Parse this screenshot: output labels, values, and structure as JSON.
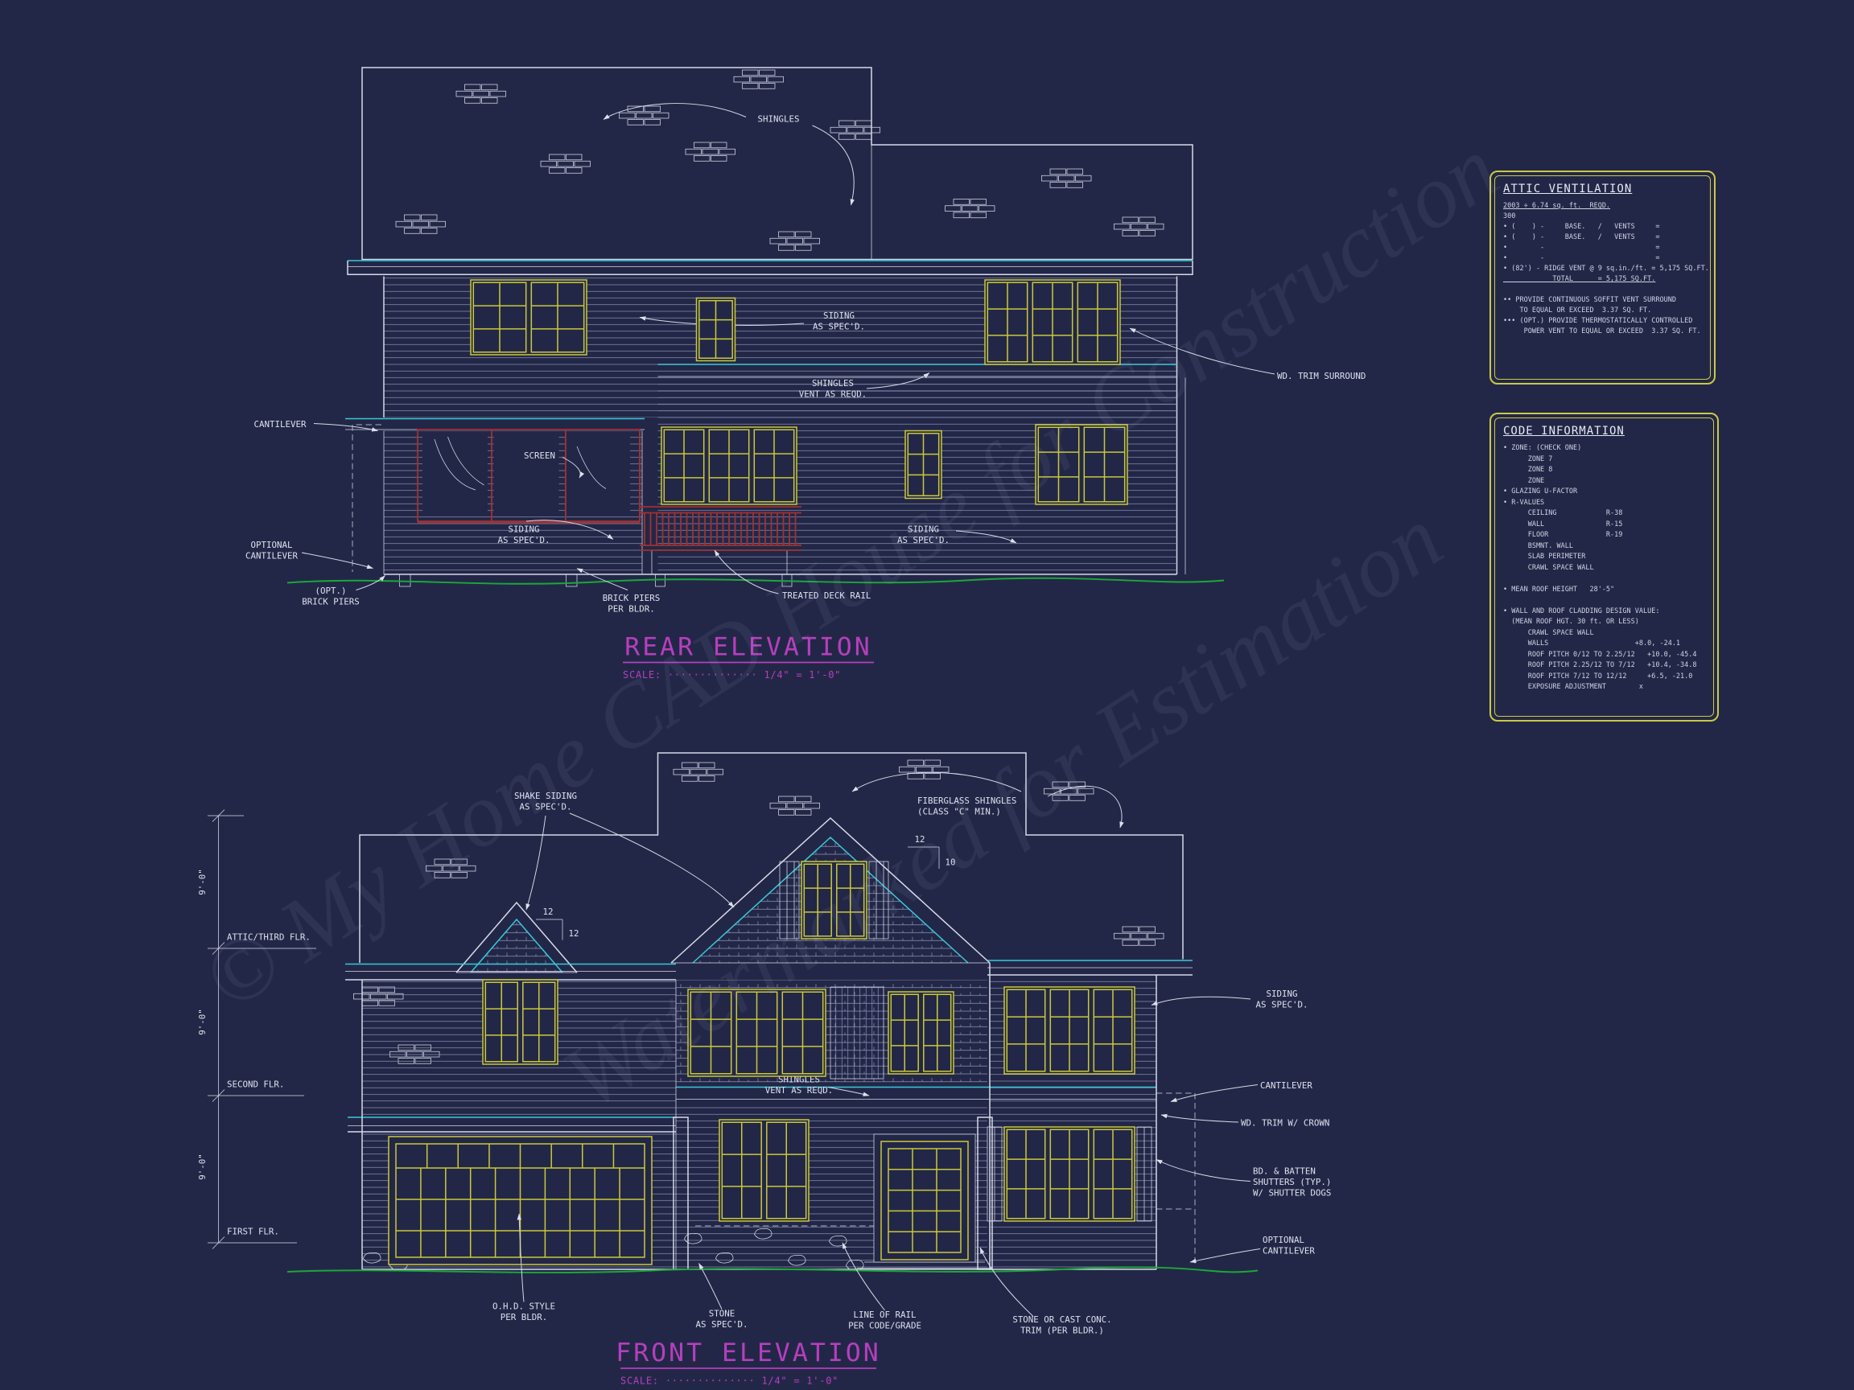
{
  "colors": {
    "background": "#232747",
    "line": "#d6dae8",
    "cyan": "#38c8d8",
    "window_yellow": "#c9c93a",
    "screen_red": "#a03232",
    "ground_green": "#1aa838",
    "title_magenta": "#b53fbe",
    "panel_border": "#c9c945"
  },
  "watermark": {
    "line1": "© My Home CAD House for Construction",
    "line2": "Watermarked for Estimation"
  },
  "rear": {
    "title": "REAR ELEVATION",
    "scale": "SCALE: ·············· 1/4\" = 1'-0\"",
    "labels": {
      "shingles": "SHINGLES",
      "siding_upper": [
        "SIDING",
        "AS SPEC'D."
      ],
      "shingles_vent": [
        "SHINGLES",
        "VENT AS REQD."
      ],
      "wd_trim": "WD. TRIM SURROUND",
      "cantilever": "CANTILEVER",
      "screen": "SCREEN",
      "siding_left": [
        "SIDING",
        "AS SPEC'D."
      ],
      "siding_right": [
        "SIDING",
        "AS SPEC'D."
      ],
      "optional_cantilever": [
        "OPTIONAL",
        "CANTILEVER"
      ],
      "opt_brick_piers": [
        "(OPT.)",
        "BRICK PIERS"
      ],
      "brick_piers": [
        "BRICK PIERS",
        "PER BLDR."
      ],
      "deck_rail": "TREATED DECK RAIL"
    }
  },
  "front": {
    "title": "FRONT ELEVATION",
    "scale": "SCALE: ·············· 1/4\" = 1'-0\"",
    "floors": [
      "ATTIC/THIRD FLR.",
      "SECOND FLR.",
      "FIRST FLR."
    ],
    "dims": [
      "9'-0\"",
      "9'-0\"",
      "9'-0\""
    ],
    "pitch": {
      "main": [
        "12",
        "10"
      ],
      "dormer": [
        "12",
        "12"
      ]
    },
    "labels": {
      "shake_siding": [
        "SHAKE SIDING",
        "AS SPEC'D."
      ],
      "fiberglass": [
        "FIBERGLASS SHINGLES",
        "(CLASS \"C\" MIN.)"
      ],
      "siding": [
        "SIDING",
        "AS SPEC'D."
      ],
      "cantilever": "CANTILEVER",
      "wd_trim": "WD. TRIM W/ CROWN",
      "shutters": [
        "BD. & BATTEN",
        "SHUTTERS (TYP.)",
        "W/ SHUTTER DOGS"
      ],
      "optional_cantilever": [
        "OPTIONAL",
        "CANTILEVER"
      ],
      "shingles_vent": [
        "SHINGLES",
        "VENT AS REQD."
      ],
      "ohd": [
        "O.H.D. STYLE",
        "PER BLDR."
      ],
      "stone": [
        "STONE",
        "AS SPEC'D."
      ],
      "rail": [
        "LINE OF RAIL",
        "PER CODE/GRADE"
      ],
      "stone_trim": [
        "STONE OR CAST CONC.",
        "TRIM (PER BLDR.)"
      ]
    }
  },
  "attic": {
    "title": "ATTIC VENTILATION",
    "lines": [
      "2003 ÷ 6.74 sq. ft.  REQD.",
      "300",
      "• (    ) -     BASE.   /   VENTS     =",
      "• (    ) -     BASE.   /   VENTS     =",
      "•        -                           =",
      "•        -                           =",
      "• (82') - RIDGE VENT @ 9 sq.in./ft. = 5,175 SQ.FT.",
      "            TOTAL      = 5,175 SQ.FT.",
      "",
      "•• PROVIDE CONTINUOUS SOFFIT VENT SURROUND",
      "    TO EQUAL OR EXCEED  3.37 SQ. FT.",
      "••• (OPT.) PROVIDE THERMOSTATICALLY CONTROLLED",
      "     POWER VENT TO EQUAL OR EXCEED  3.37 SQ. FT."
    ]
  },
  "code": {
    "title": "CODE INFORMATION",
    "lines": [
      "• ZONE: (CHECK ONE)",
      "      ZONE 7",
      "      ZONE 8",
      "      ZONE",
      "• GLAZING U-FACTOR",
      "• R-VALUES",
      "      CEILING            R-38",
      "      WALL               R-15",
      "      FLOOR              R-19",
      "      BSMNT. WALL",
      "      SLAB PERIMETER",
      "      CRAWL SPACE WALL",
      "",
      "• MEAN ROOF HEIGHT   28'-5\"",
      "",
      "• WALL AND ROOF CLADDING DESIGN VALUE:",
      "  (MEAN ROOF HGT. 30 ft. OR LESS)",
      "      CRAWL SPACE WALL",
      "      WALLS                     +8.0, -24.1",
      "      ROOF PITCH 0/12 TO 2.25/12   +10.0, -45.4",
      "      ROOF PITCH 2.25/12 TO 7/12   +10.4, -34.8",
      "      ROOF PITCH 7/12 TO 12/12     +6.5, -21.0",
      "      EXPOSURE ADJUSTMENT        x"
    ]
  }
}
